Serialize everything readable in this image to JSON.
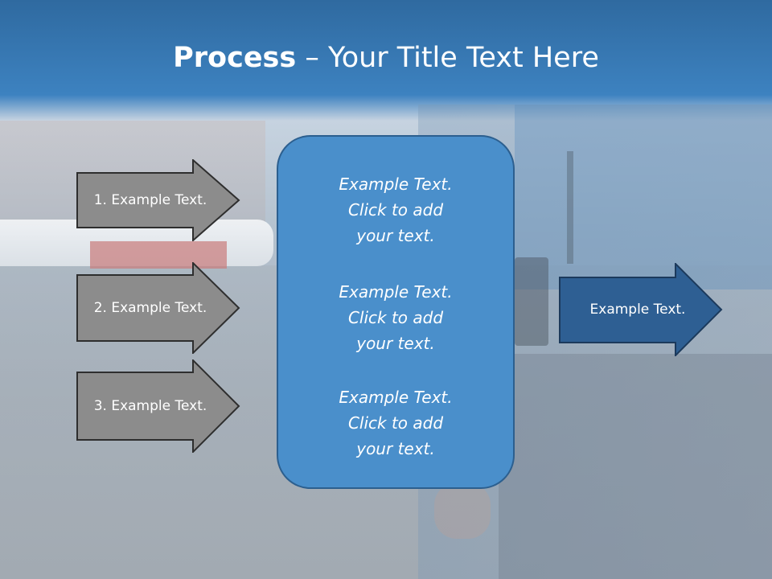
{
  "slide": {
    "title_bold": "Process",
    "title_rest": " – Your Title Text Here"
  },
  "left_arrows": [
    {
      "label": "1. Example Text."
    },
    {
      "label": "2. Example Text."
    },
    {
      "label": "3. Example Text."
    }
  ],
  "center_blocks": [
    {
      "line1": "Example Text.",
      "line2": "Click  to add",
      "line3": "your text."
    },
    {
      "line1": "Example Text.",
      "line2": "Click  to add",
      "line3": "your text."
    },
    {
      "line1": "Example Text.",
      "line2": "Click  to add",
      "line3": "your text."
    }
  ],
  "right_arrow": {
    "label": "Example Text."
  },
  "colors": {
    "title_band": "#3d82c0",
    "left_arrow_fill": "#8c8c8c",
    "center_box_fill": "#4a8fcb",
    "right_arrow_fill": "#2e5f93"
  }
}
